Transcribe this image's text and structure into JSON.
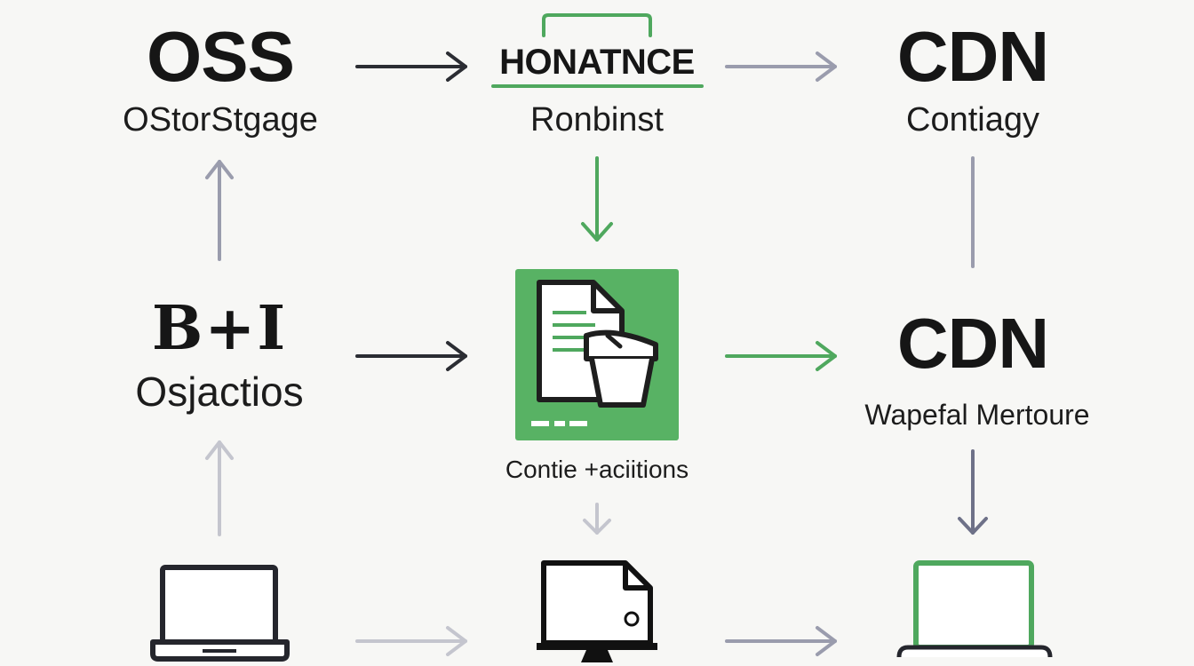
{
  "colors": {
    "background": "#f7f7f5",
    "text": "#161616",
    "dark_arrow": "#2b2d33",
    "gray_arrow": "#9a9cad",
    "light_gray_arrow": "#c4c5ce",
    "green": "#4fa85e",
    "green_box": "#58b264"
  },
  "nodes": {
    "oss": {
      "title": "OSS",
      "subtitle": "OStorStgage"
    },
    "honatnce": {
      "title": "HONATNCE",
      "subtitle": "Ronbinst"
    },
    "cdn_top": {
      "title": "CDN",
      "subtitle": "Contiagy"
    },
    "b_i": {
      "title": "B+I",
      "subtitle": "Osjactios"
    },
    "center_box": {
      "caption": "Contie +aciitions",
      "icon": "document-basket-icon"
    },
    "cdn_mid": {
      "title": "CDN",
      "subtitle": "Wapefal Mertoure"
    },
    "devices": {
      "left": "laptop-icon",
      "center": "monitor-document-icon",
      "right": "laptop-icon"
    }
  }
}
